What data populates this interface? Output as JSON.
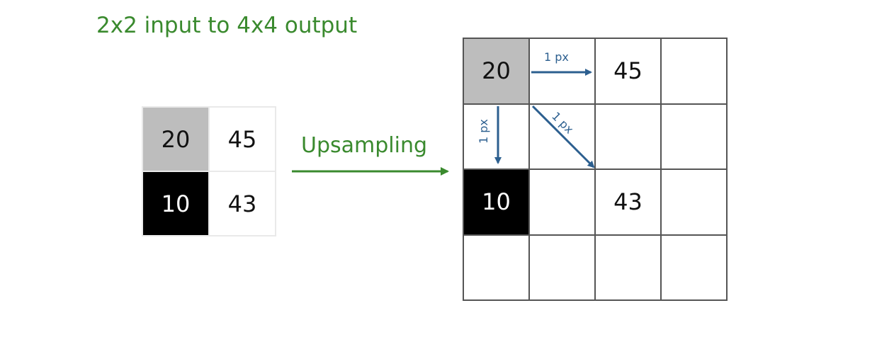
{
  "title": "2x2 input to 4x4 output",
  "input_grid": {
    "cells": [
      {
        "value": "20",
        "fill": "#bdbdbd"
      },
      {
        "value": "45",
        "fill": "#ffffff"
      },
      {
        "value": "10",
        "fill": "#000000"
      },
      {
        "value": "43",
        "fill": "#ffffff"
      }
    ]
  },
  "arrow_label": "Upsampling",
  "output_grid": {
    "rows": [
      [
        "20",
        "",
        "45",
        ""
      ],
      [
        "",
        "",
        "",
        ""
      ],
      [
        "10",
        "",
        "43",
        ""
      ],
      [
        "",
        "",
        "",
        ""
      ]
    ]
  },
  "offset_labels": {
    "right": "1 px",
    "down": "1 px",
    "diagonal": "1 px"
  },
  "colors": {
    "title_green": "#3a8a2e",
    "arrow_blue": "#2c5f8f",
    "gray_cell": "#bdbdbd",
    "black_cell": "#000000"
  }
}
